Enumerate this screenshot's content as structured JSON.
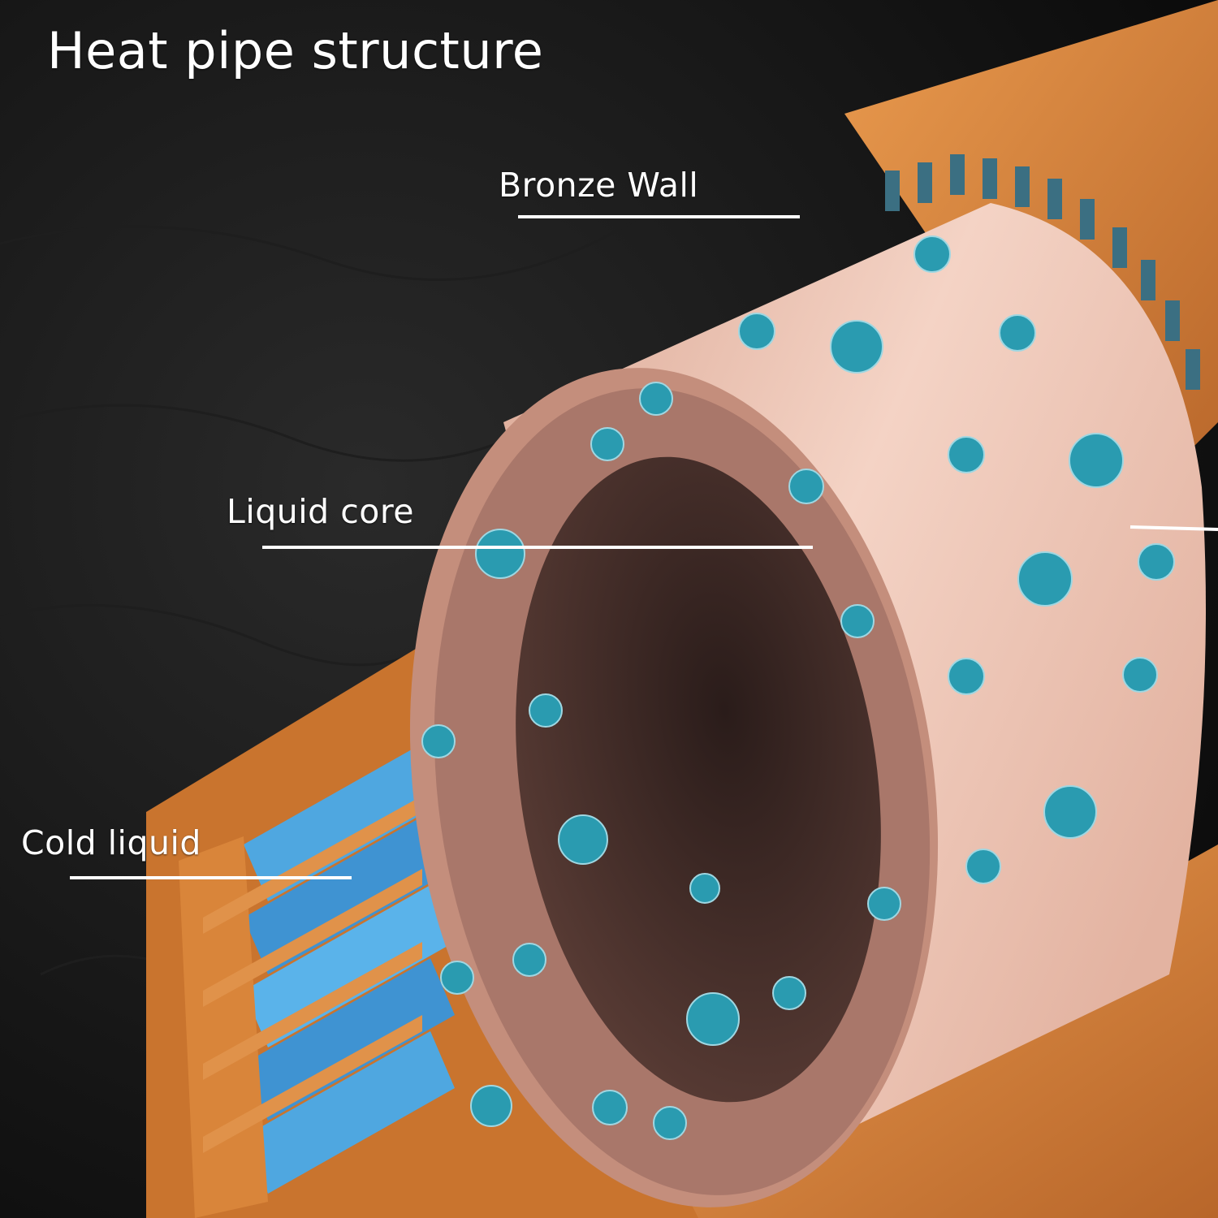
{
  "diagram": {
    "title": "Heat pipe structure",
    "labels": {
      "bronze_wall": "Bronze Wall",
      "liquid_core": "Liquid core",
      "cold_liquid": "Cold liquid"
    }
  },
  "colors": {
    "background": "#0d0d0d",
    "outer_pipe": "#d9853a",
    "wick_ring": "#c98c76",
    "inner_lining": "#e9bfae",
    "droplet": "#2a9bb0",
    "cold_liquid": "#4fa7e0",
    "leader_line": "#ffffff"
  }
}
